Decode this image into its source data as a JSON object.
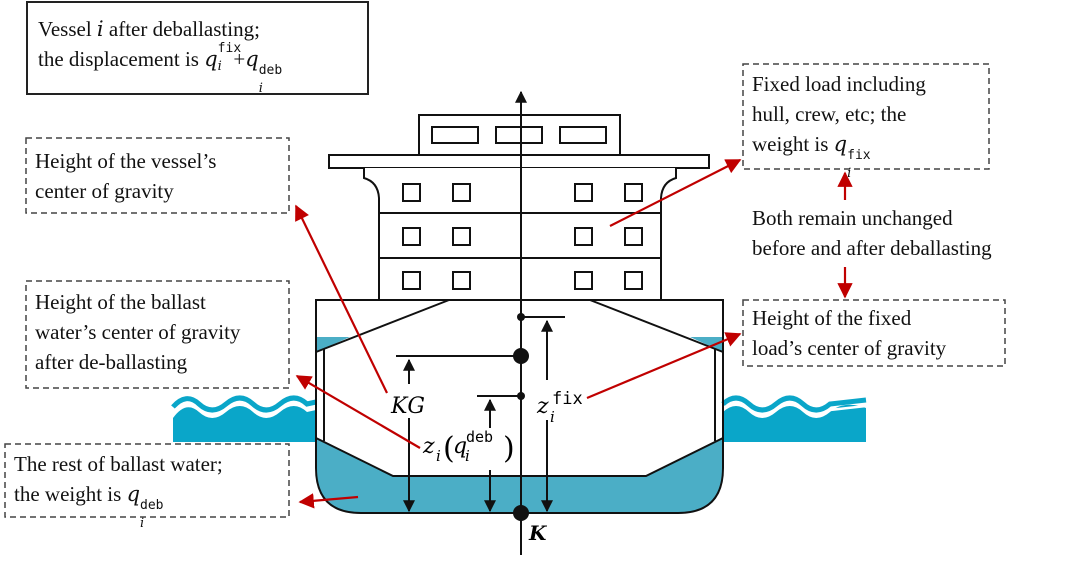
{
  "title_box": {
    "line1_pre": "Vessel ",
    "line1_var": "i",
    "line1_post": " after deballasting;",
    "line2_pre": "the displacement is ",
    "q": "q",
    "sub_i": "i",
    "sup_fix": "fix",
    "plus": "+",
    "sup_deb": "deb"
  },
  "callouts": {
    "vessel_cg": {
      "line1": "Height of the vessel’s",
      "line2": "center of gravity"
    },
    "ballast_cg": {
      "line1": "Height of the ballast",
      "line2": "water’s center of gravity",
      "line3": "after de-ballasting"
    },
    "rest_ballast": {
      "line1": "The rest of ballast water;",
      "line2_pre": "the weight is ",
      "q": "q",
      "sub_i": "i",
      "sup_deb": "deb"
    },
    "fixed_load": {
      "line1": "Fixed load including",
      "line2": "hull, crew, etc; the",
      "line3_pre": "weight is ",
      "q": "q",
      "sub_i": "i",
      "sup_fix": "fix"
    },
    "both_unchanged": {
      "line1": "Both remain unchanged",
      "line2": "before and after deballasting"
    },
    "fixed_cg": {
      "line1": "Height of the fixed",
      "line2": "load’s center of gravity"
    }
  },
  "symbols": {
    "kg": "KG",
    "z": "z",
    "sub_i": "i",
    "sup_fix": "fix",
    "q": "q",
    "sup_deb": "deb",
    "keel": "K"
  },
  "colors": {
    "ballast_water": "#4BAEC6",
    "sea": "#0AA6C9",
    "annotation_arrow": "#C00000",
    "line": "#111111"
  }
}
